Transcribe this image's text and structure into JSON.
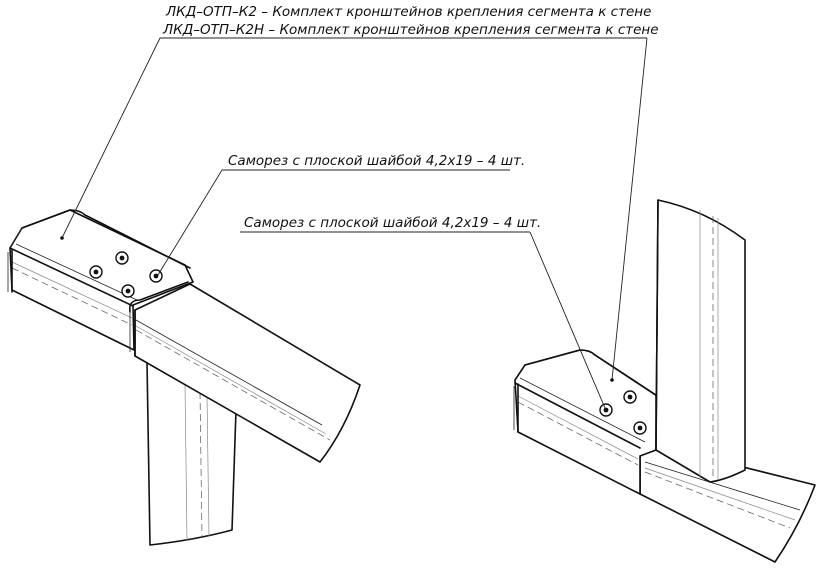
{
  "callouts": {
    "kit_1": "ЛКД–ОТП–К2 – Комплект кронштейнов крепления сегмента к стене",
    "kit_2": "ЛКД–ОТП–К2Н – Комплект кронштейнов крепления сегмента к стене",
    "screw_left": "Саморез с плоской шайбой 4,2х19 – 4 шт.",
    "screw_right": "Саморез с плоской шайбой 4,2х19 – 4 шт."
  }
}
